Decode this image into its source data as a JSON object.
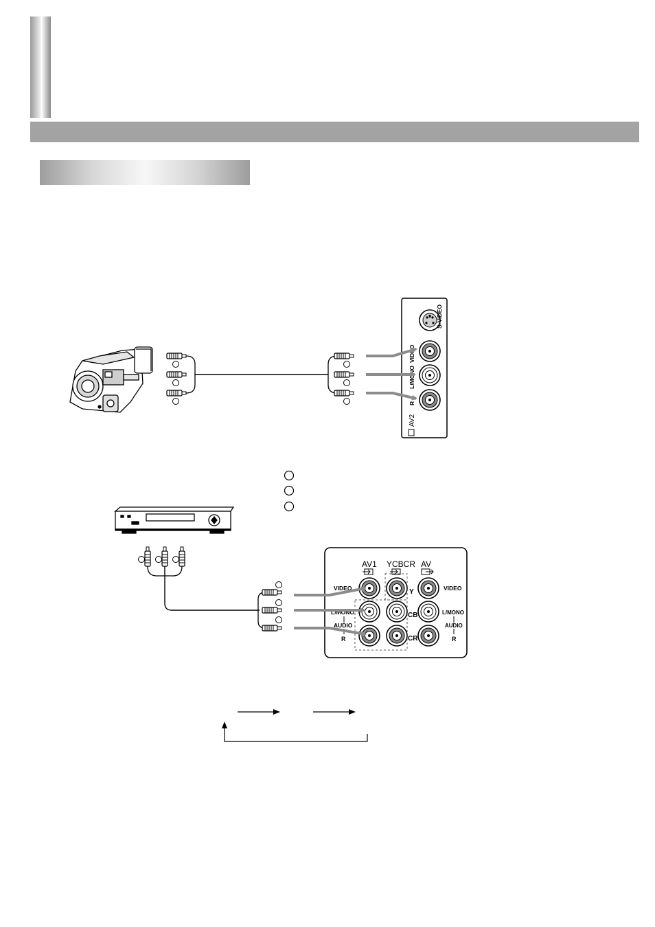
{
  "colors": {
    "band": "#a3a3a3",
    "cable_arrow": "#8c8c8c",
    "line": "#000000"
  },
  "panel_top": {
    "labels": {
      "svideo": "S-VIDEO",
      "video": "VIDEO",
      "lmono": "L/MONO",
      "r": "R",
      "av2": "AV2"
    }
  },
  "panel_bottom": {
    "col_headers": {
      "av1": "AV1",
      "ycbcr": "YCBCR",
      "av_out": "AV"
    },
    "left_labels": {
      "video": "VIDEO",
      "lmono": "L/MONO",
      "audio": "AUDIO",
      "r": "R"
    },
    "right_labels": {
      "video": "VIDEO",
      "lmono": "L/MONO",
      "audio": "AUDIO",
      "r": "R"
    },
    "component_labels": {
      "y": "Y",
      "cb": "CB",
      "cr": "CR"
    }
  },
  "icons": [
    "camcorder-icon",
    "vcr-icon",
    "rca-plug-icon",
    "jack-icon",
    "svideo-jack-icon",
    "input-arrow-icon",
    "output-arrow-icon"
  ]
}
